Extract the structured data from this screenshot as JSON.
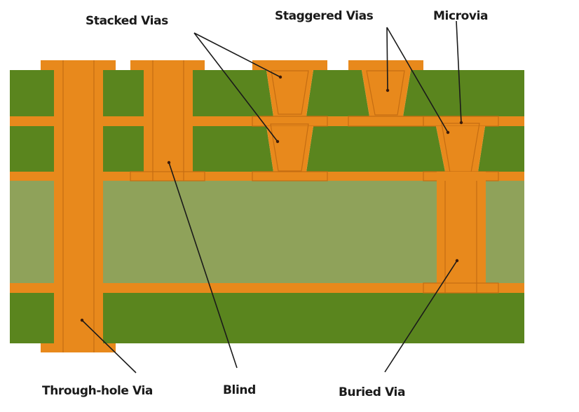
{
  "diagram": {
    "subject": "PCB via types cross-section",
    "colors": {
      "prepreg_dark_green": "#5a851e",
      "core_light_green": "#8fa25a",
      "copper_orange": "#e8891c",
      "copper_outline": "#c56d12",
      "label_text": "#1a1a1a"
    },
    "layer_stack": [
      {
        "name": "top-pads",
        "material": "copper"
      },
      {
        "name": "prepreg-1",
        "material": "dark-green"
      },
      {
        "name": "copper-layer-1",
        "material": "copper"
      },
      {
        "name": "prepreg-2",
        "material": "dark-green"
      },
      {
        "name": "copper-layer-2",
        "material": "copper"
      },
      {
        "name": "core",
        "material": "light-green"
      },
      {
        "name": "copper-layer-3",
        "material": "copper"
      },
      {
        "name": "prepreg-3",
        "material": "dark-green"
      },
      {
        "name": "bottom-pads",
        "material": "copper"
      }
    ],
    "labels": {
      "stacked": "Stacked Vias",
      "staggered": "Staggered Vias",
      "microvia": "Microvia",
      "through_hole": "Through-hole Via",
      "blind": "Blind",
      "buried": "Buried Via"
    },
    "via_types": [
      {
        "id": "through-hole",
        "label_key": "through_hole",
        "spans": "all layers"
      },
      {
        "id": "blind",
        "label_key": "blind",
        "spans": "top to copper-layer-2"
      },
      {
        "id": "stacked",
        "label_key": "stacked",
        "spans": "two microvias stacked vertically"
      },
      {
        "id": "staggered",
        "label_key": "staggered",
        "spans": "two microvias offset horizontally"
      },
      {
        "id": "microvia",
        "label_key": "microvia",
        "spans": "one layer"
      },
      {
        "id": "buried",
        "label_key": "buried",
        "spans": "copper-layer-2 to copper-layer-3"
      }
    ]
  }
}
